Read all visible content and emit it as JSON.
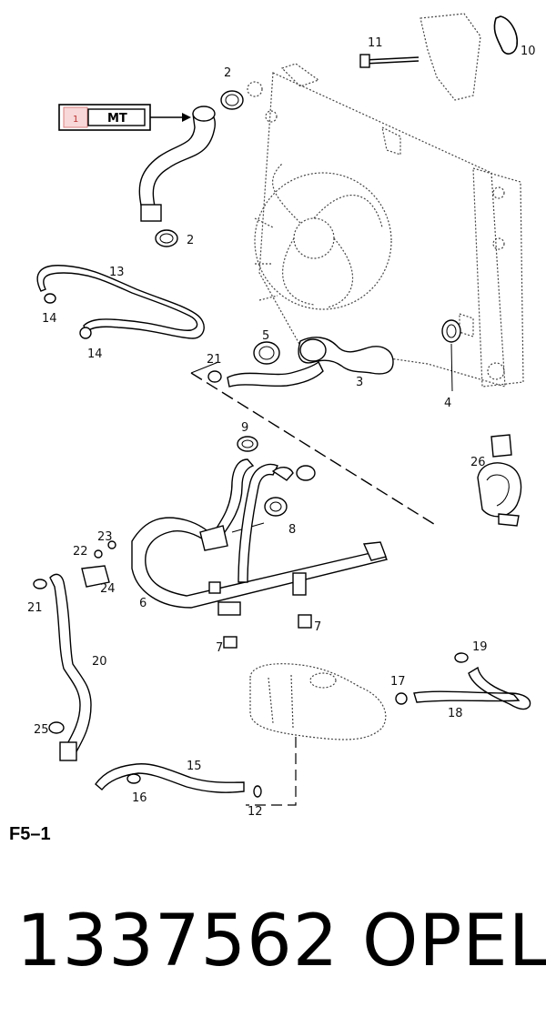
{
  "callouts": [
    {
      "id": "c1",
      "label": "1"
    },
    {
      "id": "c2a",
      "label": "2"
    },
    {
      "id": "c2b",
      "label": "2"
    },
    {
      "id": "c3",
      "label": "3"
    },
    {
      "id": "c4",
      "label": "4"
    },
    {
      "id": "c5",
      "label": "5"
    },
    {
      "id": "c6",
      "label": "6"
    },
    {
      "id": "c7a",
      "label": "7"
    },
    {
      "id": "c7b",
      "label": "7"
    },
    {
      "id": "c8",
      "label": "8"
    },
    {
      "id": "c9",
      "label": "9"
    },
    {
      "id": "c10",
      "label": "10"
    },
    {
      "id": "c11",
      "label": "11"
    },
    {
      "id": "c12",
      "label": "12"
    },
    {
      "id": "c13",
      "label": "13"
    },
    {
      "id": "c14a",
      "label": "14"
    },
    {
      "id": "c14b",
      "label": "14"
    },
    {
      "id": "c15",
      "label": "15"
    },
    {
      "id": "c16",
      "label": "16"
    },
    {
      "id": "c17",
      "label": "17"
    },
    {
      "id": "c18",
      "label": "18"
    },
    {
      "id": "c19",
      "label": "19"
    },
    {
      "id": "c20",
      "label": "20"
    },
    {
      "id": "c21a",
      "label": "21"
    },
    {
      "id": "c21b",
      "label": "21"
    },
    {
      "id": "c22",
      "label": "22"
    },
    {
      "id": "c23",
      "label": "23"
    },
    {
      "id": "c24",
      "label": "24"
    },
    {
      "id": "c25",
      "label": "25"
    },
    {
      "id": "c26",
      "label": "26"
    }
  ],
  "mt_box": {
    "number": "1",
    "text": "MT"
  },
  "figure_label": "F5–1",
  "part_number": "1337562",
  "make": "OPEL"
}
